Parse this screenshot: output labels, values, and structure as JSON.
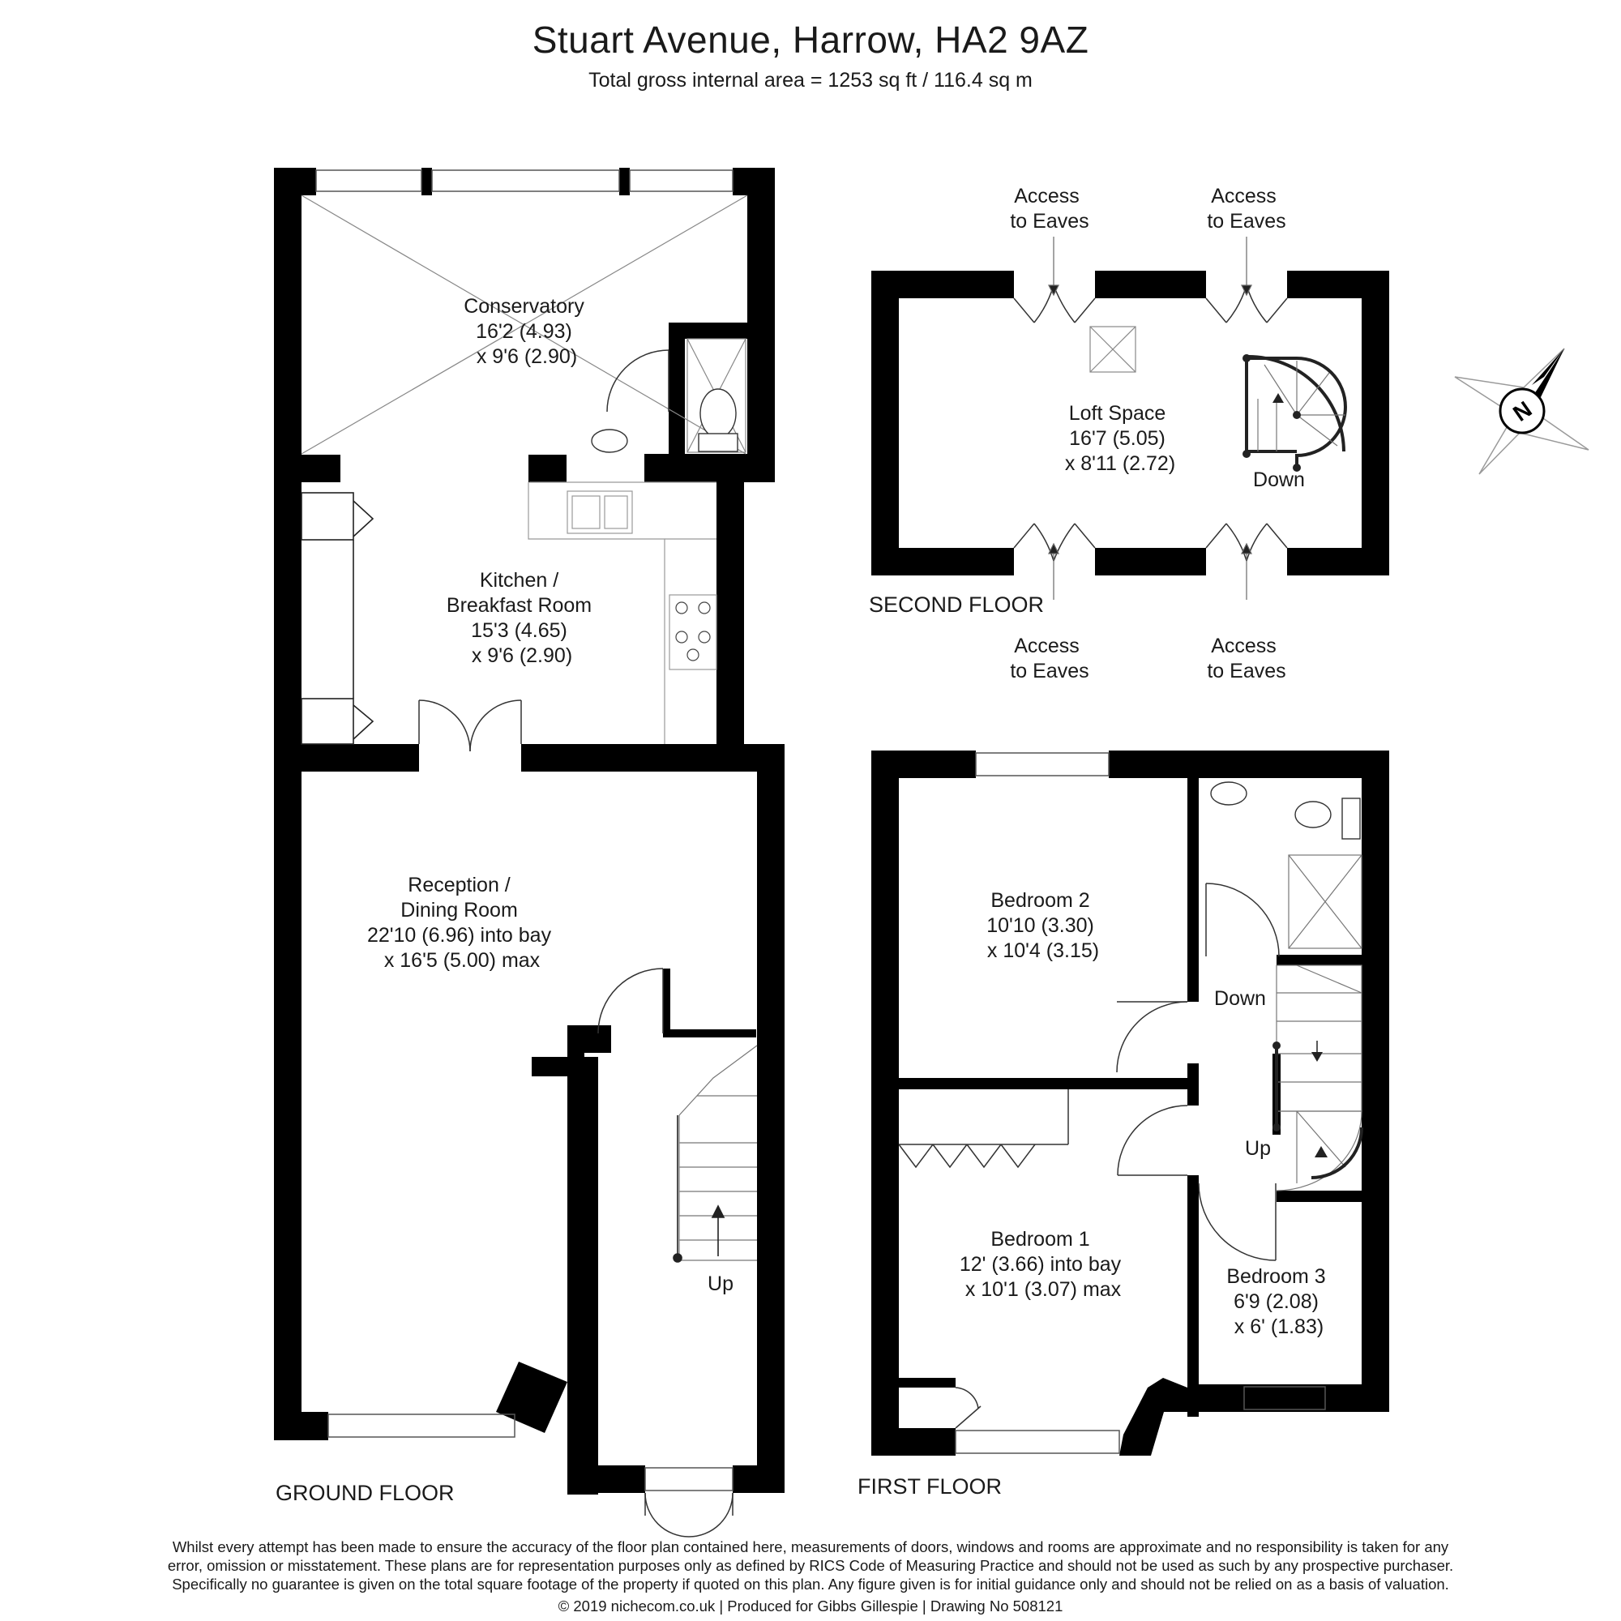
{
  "header": {
    "title": "Stuart Avenue, Harrow, HA2 9AZ",
    "subtitle": "Total gross internal area =  1253 sq ft / 116.4 sq m"
  },
  "floors": {
    "ground": {
      "label": "GROUND FLOOR",
      "rooms": {
        "conservatory": [
          "Conservatory",
          "16'2 (4.93)",
          "x 9'6 (2.90)"
        ],
        "kitchen": [
          "Kitchen /",
          "Breakfast Room",
          "15'3 (4.65)",
          "x 9'6 (2.90)"
        ],
        "reception": [
          "Reception /",
          "Dining Room",
          "22'10 (6.96) into bay",
          "x 16'5 (5.00) max"
        ]
      },
      "stairs_label": "Up"
    },
    "first": {
      "label": "FIRST FLOOR",
      "rooms": {
        "bedroom2": [
          "Bedroom 2",
          "10'10 (3.30)",
          "x 10'4 (3.15)"
        ],
        "bedroom1": [
          "Bedroom 1",
          "12' (3.66) into bay",
          "x 10'1 (3.07) max"
        ],
        "bedroom3": [
          "Bedroom 3",
          "6'9 (2.08)",
          "x 6' (1.83)"
        ]
      },
      "stairs_down": "Down",
      "stairs_up": "Up"
    },
    "second": {
      "label": "SECOND FLOOR",
      "rooms": {
        "loft": [
          "Loft Space",
          "16'7 (5.05)",
          "x 8'11 (2.72)"
        ]
      },
      "stairs_down": "Down",
      "eaves": [
        "Access",
        "to Eaves"
      ]
    }
  },
  "compass": {
    "letter": "N"
  },
  "disclaimer": [
    "Whilst every attempt has been made to ensure the accuracy of the floor plan contained here, measurements of doors, windows and rooms are approximate and no responsibility is taken for any",
    "error, omission or misstatement. These plans are for representation purposes only as defined by RICS Code of Measuring Practice and should not be used as such by any prospective purchaser.",
    "Specifically no guarantee is given on the total square footage of the property if quoted on this plan. Any figure given is for initial guidance only and should not be relied on as a basis of valuation."
  ],
  "footer": "© 2019 nichecom.co.uk  |  Produced for Gibbs Gillespie  |  Drawing No 508121"
}
